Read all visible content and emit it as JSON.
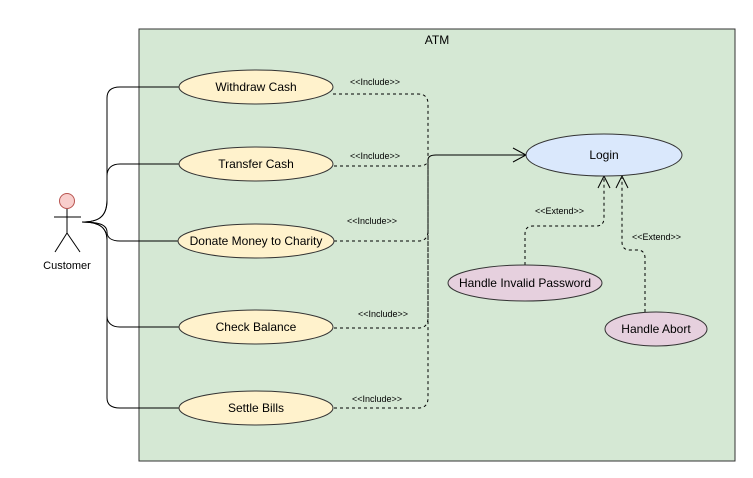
{
  "system": {
    "name": "ATM",
    "fill": "#d5e8d4",
    "stroke": "#333333"
  },
  "actor": {
    "name": "Customer",
    "head_fill": "#f8cecc",
    "head_stroke": "#b85450"
  },
  "use_cases": {
    "withdraw": "Withdraw Cash",
    "transfer": "Transfer Cash",
    "donate": "Donate Money to Charity",
    "balance": "Check Balance",
    "bills": "Settle Bills",
    "login": "Login",
    "invalid_password": "Handle Invalid Password",
    "abort": "Handle Abort"
  },
  "colors": {
    "base_fill": "#fff2cc",
    "base_stroke": "#333333",
    "login_fill": "#dae8fc",
    "login_stroke": "#333333",
    "extension_fill": "#e6d0de",
    "extension_stroke": "#333333"
  },
  "relations": {
    "include_label": "<<Include>>",
    "extend_label": "<<Extend>>"
  }
}
